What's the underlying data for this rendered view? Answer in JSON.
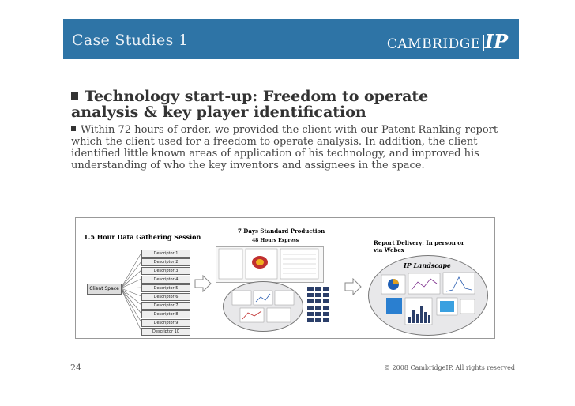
{
  "header": {
    "title": "Case Studies 1",
    "logo_word": "CAMBRIDGE",
    "logo_ip": "IP",
    "background": "#2e74a6"
  },
  "content": {
    "heading": "Technology start-up: Freedom to operate analysis & key player identification",
    "paragraph": "Within 72 hours of order, we provided the client with our Patent Ranking report which the client used for a freedom to operate analysis. In addition, the client identified little known areas of application of his technology, and improved his understanding of who the key inventors and assignees in the space."
  },
  "diagram": {
    "gathering_label": "1.5 Hour Data Gathering Session",
    "standard_label": "7 Days Standard Production",
    "express_label": "48 Hours Express",
    "delivery_label": "Report Delivery: In person or via Webex",
    "client_label": "Client Space",
    "landscape_label": "IP Landscape",
    "descriptors": [
      "Descriptor 1",
      "Descriptor 2",
      "Descriptor 3",
      "Descriptor 4",
      "Descriptor 5",
      "Descriptor 6",
      "Descriptor 7",
      "Descriptor 8",
      "Descriptor 9",
      "Descriptor 10"
    ]
  },
  "footer": {
    "page_number": "24",
    "copyright": "© 2008 CambridgeIP. All rights reserved"
  }
}
